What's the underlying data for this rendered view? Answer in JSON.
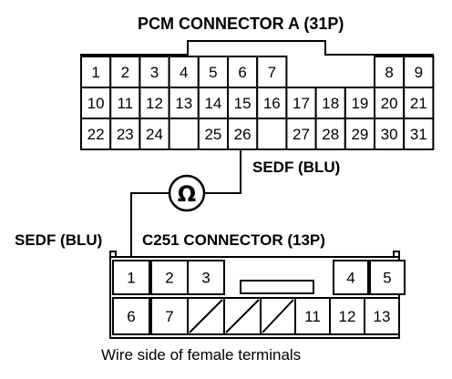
{
  "pcm_connector": {
    "title": "PCM CONNECTOR A (31P)",
    "row1": [
      "1",
      "2",
      "3",
      "4",
      "5",
      "6",
      "7",
      "8",
      "9"
    ],
    "row2": [
      "10",
      "11",
      "12",
      "13",
      "14",
      "15",
      "16",
      "17",
      "18",
      "19",
      "20",
      "21"
    ],
    "row3": [
      "22",
      "23",
      "24",
      "25",
      "26",
      "27",
      "28",
      "29",
      "30",
      "31"
    ]
  },
  "wire_labels": {
    "top": "SEDF (BLU)",
    "bottom": "SEDF (BLU)"
  },
  "ohmmeter": {
    "symbol": "Ω",
    "icon": "ohmmeter-icon"
  },
  "c251_connector": {
    "title": "C251 CONNECTOR (13P)",
    "row1": [
      "1",
      "2",
      "3",
      "4",
      "5"
    ],
    "row2": [
      "6",
      "7",
      "11",
      "12",
      "13"
    ]
  },
  "caption": "Wire side of female terminals",
  "colors": {
    "ink": "#000000",
    "paper": "#ffffff"
  }
}
